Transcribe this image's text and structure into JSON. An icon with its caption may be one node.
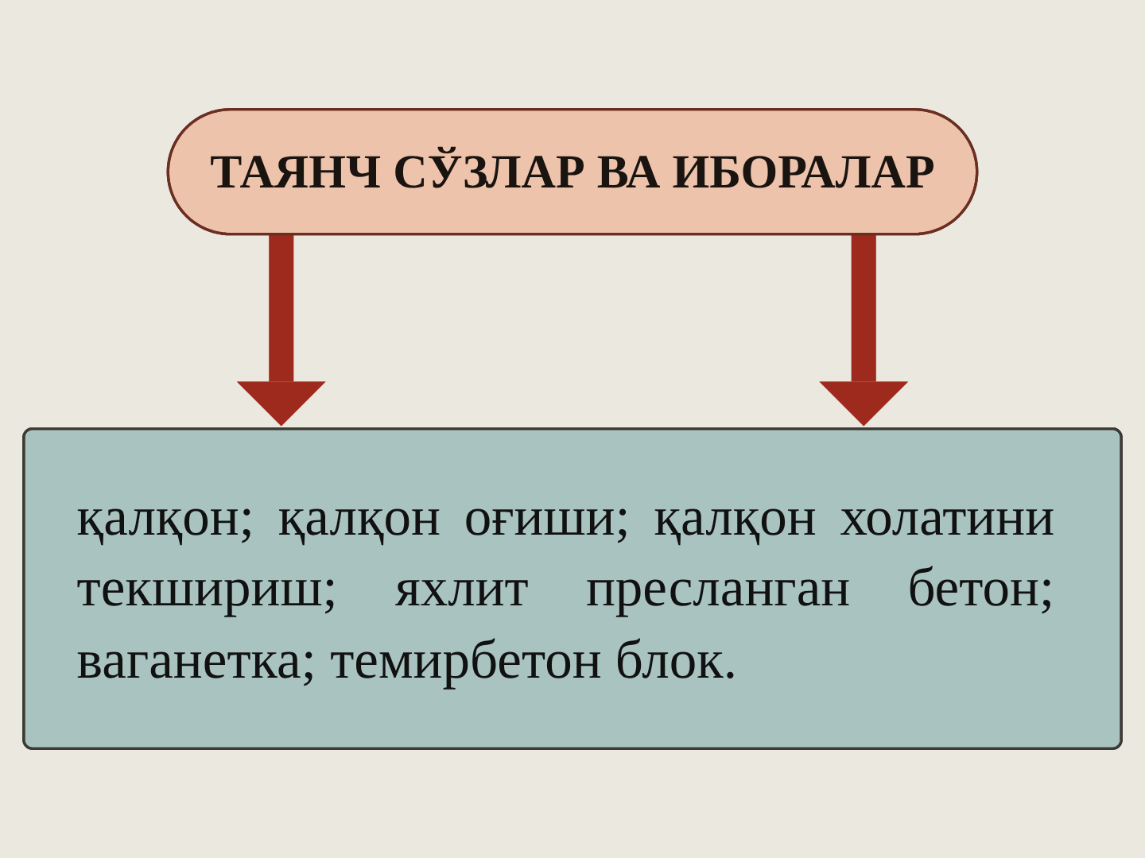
{
  "diagram": {
    "nodes": [
      {
        "text": [
          "ТАЯНЧ СЎЗЛАР ВА ИБОРАЛАР"
        ]
      },
      {
        "text": [
          "қалқон; қалқон оғиши; қалқон холатини текшириш; яхлит пресланган бетон; ваганетка; темирбетон блок."
        ]
      }
    ],
    "edges": [
      {
        "from": 0,
        "to": 1,
        "arrow": "to",
        "color": "#9e2a1e"
      },
      {
        "from": 0,
        "to": 1,
        "arrow": "to",
        "color": "#9e2a1e"
      }
    ]
  }
}
